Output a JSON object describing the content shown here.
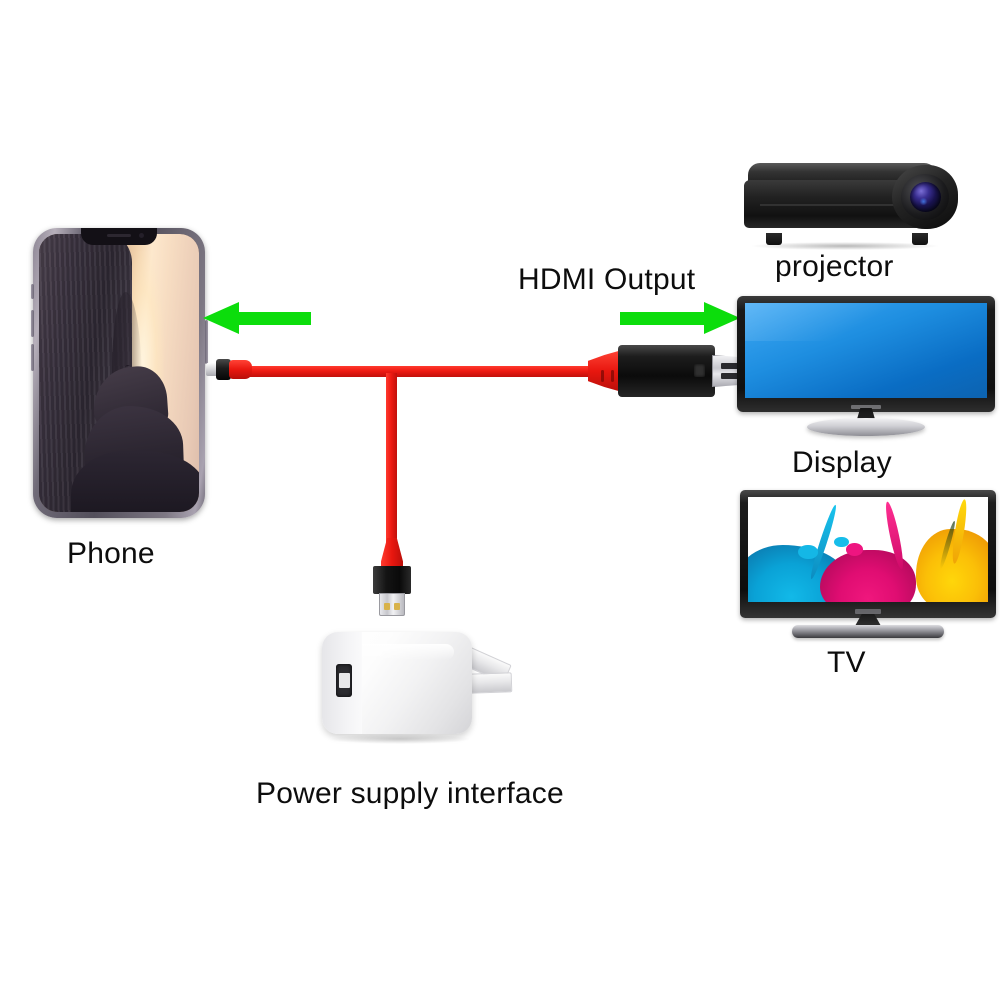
{
  "diagram": {
    "title": "HDMI Cable Adapter Connection Diagram",
    "background_color": "#ffffff"
  },
  "labels": {
    "phone": "Phone",
    "hdmi_output": "HDMI Output",
    "projector": "projector",
    "display": "Display",
    "tv": "TV",
    "power_supply": "Power supply interface"
  },
  "colors": {
    "arrow_green": "#0cdd0c",
    "cable_red": "#ee1b13",
    "adapter_black": "#0b0b0b",
    "display_screen_blue": "#1e8ee0",
    "text_black": "#0d0d0d",
    "adapter_white": "#ffffff"
  },
  "devices": [
    {
      "name": "phone",
      "label": "Phone",
      "type": "smartphone",
      "screen": "sunset-landscape-wallpaper"
    },
    {
      "name": "projector",
      "label": "projector",
      "type": "projector",
      "body_color": "#1e1e1e",
      "lens_color": "#3a2f93"
    },
    {
      "name": "display",
      "label": "Display",
      "type": "monitor",
      "screen_color": "#1e8ee0"
    },
    {
      "name": "tv",
      "label": "TV",
      "type": "television",
      "screen": "colorful-paint-splash"
    },
    {
      "name": "power-adapter",
      "label": "Power supply interface",
      "type": "usb-wall-charger",
      "body_color": "#ffffff"
    }
  ],
  "connectors": [
    {
      "name": "lightning-connector",
      "end": "phone",
      "tip_color": "#cfcfd3"
    },
    {
      "name": "usb-a-connector",
      "end": "power-adapter",
      "tip_color": "#c7c7cc"
    },
    {
      "name": "hdmi-connector",
      "end": "display",
      "body_color": "#0b0b0b",
      "plug_color": "#c8c8ce"
    }
  ],
  "arrows": [
    {
      "name": "arrow-to-phone",
      "direction": "left",
      "color": "#0cdd0c",
      "meaning": "signal to phone"
    },
    {
      "name": "arrow-to-display",
      "direction": "right",
      "color": "#0cdd0c",
      "meaning": "HDMI output to display"
    }
  ]
}
